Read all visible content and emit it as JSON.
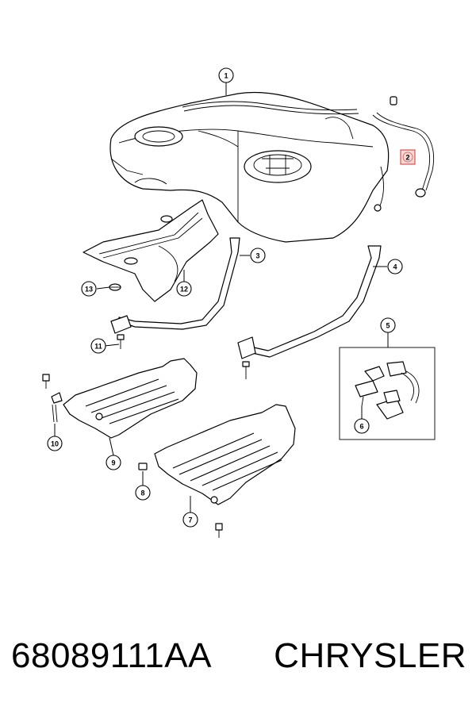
{
  "callouts": [
    {
      "id": "1",
      "label": "1"
    },
    {
      "id": "2",
      "label": "2",
      "highlight_color": "#d9534f"
    },
    {
      "id": "3",
      "label": "3"
    },
    {
      "id": "4",
      "label": "4"
    },
    {
      "id": "5",
      "label": "5"
    },
    {
      "id": "6",
      "label": "6"
    },
    {
      "id": "7",
      "label": "7"
    },
    {
      "id": "8",
      "label": "8"
    },
    {
      "id": "9",
      "label": "9"
    },
    {
      "id": "10",
      "label": "10"
    },
    {
      "id": "11",
      "label": "11"
    },
    {
      "id": "12",
      "label": "12"
    },
    {
      "id": "13",
      "label": "13"
    }
  ],
  "footer": {
    "part_number": "68089111AA",
    "brand": "CHRYSLER"
  }
}
